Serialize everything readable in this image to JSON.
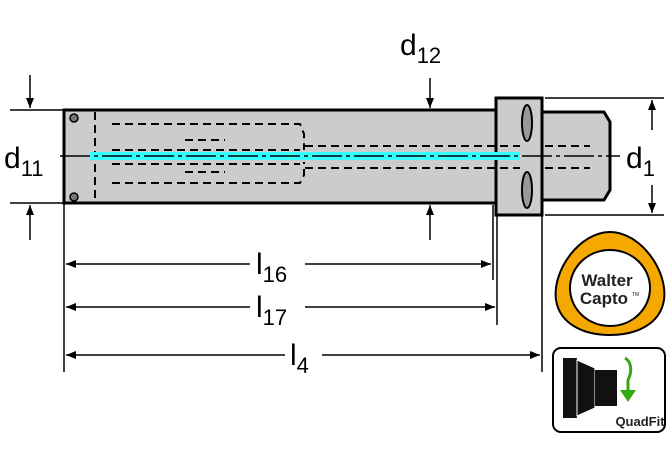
{
  "dimensions": {
    "d12": {
      "main": "d",
      "sub": "12"
    },
    "d11": {
      "main": "d",
      "sub": "11"
    },
    "d1": {
      "main": "d",
      "sub": "1"
    },
    "l16": {
      "main": "l",
      "sub": "16"
    },
    "l17": {
      "main": "l",
      "sub": "17"
    },
    "l4": {
      "main": "l",
      "sub": "4"
    }
  },
  "logos": {
    "capto_line1": "Walter",
    "capto_line2": "Capto",
    "capto_tm": "TM",
    "quadfit": "QuadFit"
  },
  "colors": {
    "body": "#cccccc",
    "coolant": "#33ffff",
    "capto_ring": "#f5a800",
    "quadfit_arrow": "#33aa11"
  }
}
